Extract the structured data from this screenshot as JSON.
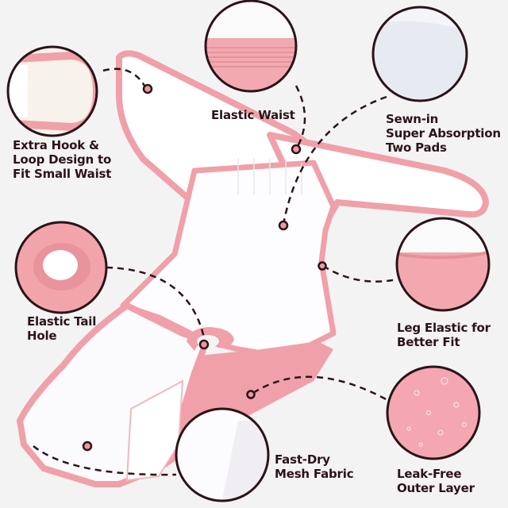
{
  "colors": {
    "background": "#f4f3f4",
    "pink": "#f0a0a8",
    "pink_dark": "#e8858f",
    "outline": "#2a1418",
    "white_fabric": "#ffffff"
  },
  "callouts": [
    {
      "id": "hook-loop",
      "lines": [
        "Extra Hook &",
        "Loop Design to",
        "Fit Small Waist"
      ]
    },
    {
      "id": "elastic-waist",
      "lines": [
        "Elastic Waist"
      ]
    },
    {
      "id": "absorption-pads",
      "lines": [
        "Sewn-in",
        "Super Absorption",
        "Two Pads"
      ]
    },
    {
      "id": "tail-hole",
      "lines": [
        "Elastic Tail",
        "Hole"
      ]
    },
    {
      "id": "leg-elastic",
      "lines": [
        "Leg Elastic for",
        "Better Fit"
      ]
    },
    {
      "id": "mesh-fabric",
      "lines": [
        "Fast-Dry",
        "Mesh Fabric"
      ]
    },
    {
      "id": "outer-layer",
      "lines": [
        "Leak-Free",
        "Outer Layer"
      ]
    }
  ]
}
